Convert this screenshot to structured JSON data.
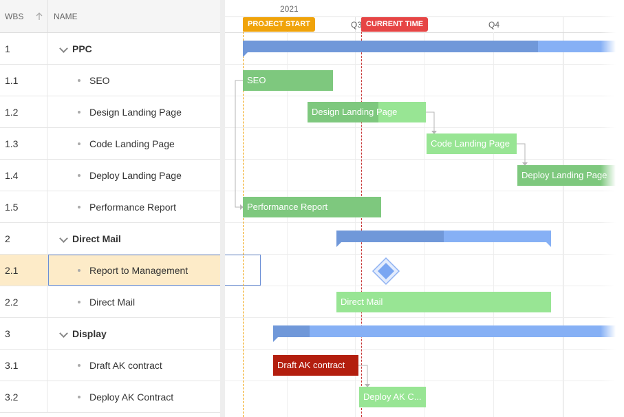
{
  "grid": {
    "headers": {
      "wbs": "WBS",
      "name": "NAME"
    },
    "rows": [
      {
        "wbs": "1",
        "name": "PPC",
        "type": "group"
      },
      {
        "wbs": "1.1",
        "name": "SEO",
        "type": "task"
      },
      {
        "wbs": "1.2",
        "name": "Design Landing Page",
        "type": "task"
      },
      {
        "wbs": "1.3",
        "name": "Code Landing Page",
        "type": "task"
      },
      {
        "wbs": "1.4",
        "name": "Deploy Landing Page",
        "type": "task"
      },
      {
        "wbs": "1.5",
        "name": "Performance Report",
        "type": "task"
      },
      {
        "wbs": "2",
        "name": "Direct Mail",
        "type": "group"
      },
      {
        "wbs": "2.1",
        "name": "Report to Management",
        "type": "task",
        "selected": true
      },
      {
        "wbs": "2.2",
        "name": "Direct Mail",
        "type": "task"
      },
      {
        "wbs": "3",
        "name": "Display",
        "type": "group"
      },
      {
        "wbs": "3.1",
        "name": "Draft AK contract",
        "type": "task"
      },
      {
        "wbs": "3.2",
        "name": "Deploy AK Contract",
        "type": "task"
      }
    ]
  },
  "timeline": {
    "year": "2021",
    "quarters": [
      "Q3",
      "Q4"
    ],
    "markers": {
      "project_start": "PROJECT START",
      "current_time": "CURRENT TIME"
    }
  },
  "bars": {
    "seo": "SEO",
    "design": "Design Landing Page",
    "code": "Code Landing Page",
    "deploy": "Deploy Landing Page",
    "perf": "Performance Report",
    "direct_mail": "Direct Mail",
    "draft_ak": "Draft AK contract",
    "deploy_ak": "Deploy AK C..."
  },
  "colors": {
    "task_done": "#7ec87e",
    "task_todo": "#98e594",
    "summary_done": "#7098d9",
    "summary_todo": "#86b0f5",
    "critical": "#b31e0e",
    "project_start": "#f0a30a",
    "current_time": "#e64545",
    "selected_row": "#fdebc8"
  },
  "icons": {
    "sort": "arrow-up-icon",
    "expand": "chevron-down-icon",
    "milestone": "diamond-icon"
  }
}
